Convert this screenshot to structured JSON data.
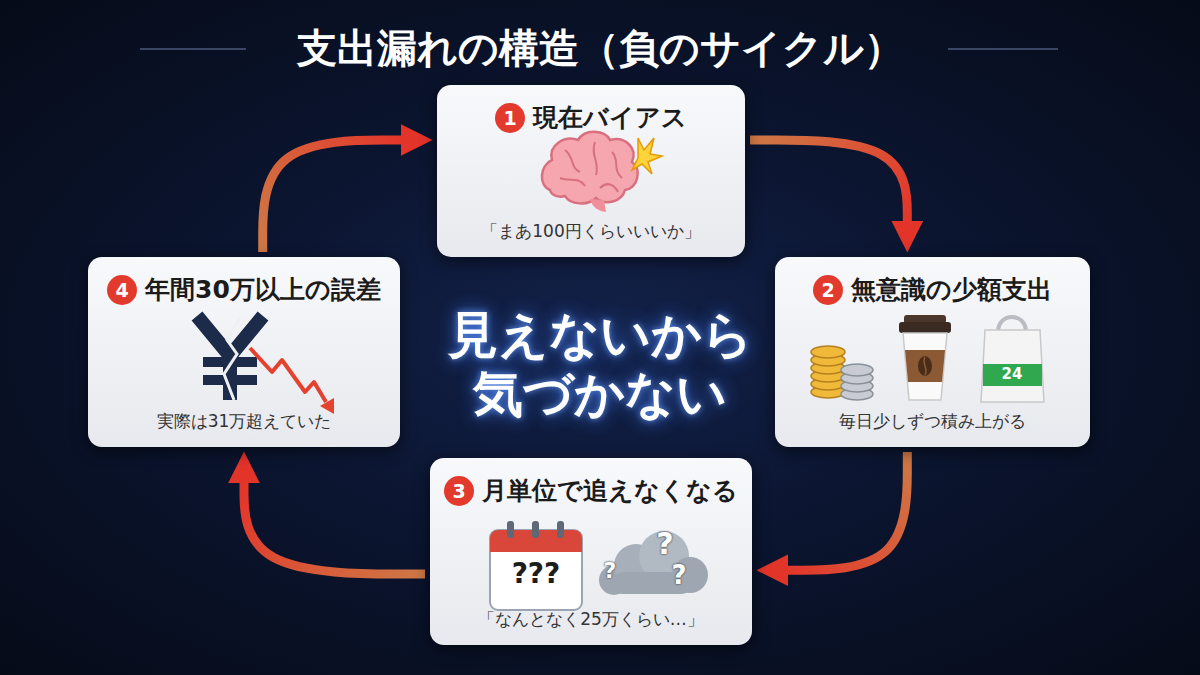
{
  "diagram": {
    "title": "支出漏れの構造（負のサイクル）",
    "nodes": [
      {
        "text": [
          "1",
          "現在バイアス",
          "「まあ100円くらいいいか」"
        ]
      },
      {
        "text": [
          "2",
          "無意識の少額支出",
          "毎日少しずつ積み上がる"
        ]
      },
      {
        "text": [
          "3",
          "月単位で追えなくなる",
          "「なんとなく25万くらい…」"
        ]
      },
      {
        "text": [
          "4",
          "年間30万以上の誤差",
          "実際は31万超えていた"
        ]
      }
    ],
    "edges": [
      {
        "from": 0,
        "to": 1,
        "arrow": "to"
      },
      {
        "from": 1,
        "to": 2,
        "arrow": "to"
      },
      {
        "from": 2,
        "to": 3,
        "arrow": "to"
      },
      {
        "from": 3,
        "to": 0,
        "arrow": "to"
      }
    ],
    "labels": [
      "見えないから 気づかない",
      "24",
      "???",
      "?",
      "?",
      "?"
    ]
  }
}
